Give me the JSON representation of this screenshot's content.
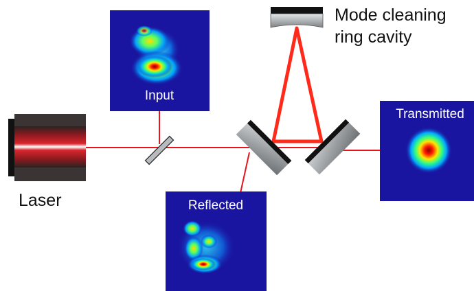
{
  "labels": {
    "laser": "Laser",
    "cavity_line1": "Mode cleaning",
    "cavity_line2": "ring cavity",
    "input": "Input",
    "reflected": "Reflected",
    "transmitted": "Transmitted"
  },
  "colors": {
    "beam": "#e8141c",
    "cavity_beam": "#ff2a1a",
    "mirror_body": "#9da0a3",
    "mirror_back": "#111111",
    "panel_background": "#1a15a0",
    "laser_body": "#3a3434"
  },
  "components": [
    {
      "id": "laser",
      "type": "laser-source"
    },
    {
      "id": "pickoff",
      "type": "beam-splitter"
    },
    {
      "id": "input-mirror",
      "type": "cavity-mirror"
    },
    {
      "id": "output-mirror",
      "type": "cavity-mirror"
    },
    {
      "id": "curved-mirror",
      "type": "curved-mirror"
    }
  ]
}
